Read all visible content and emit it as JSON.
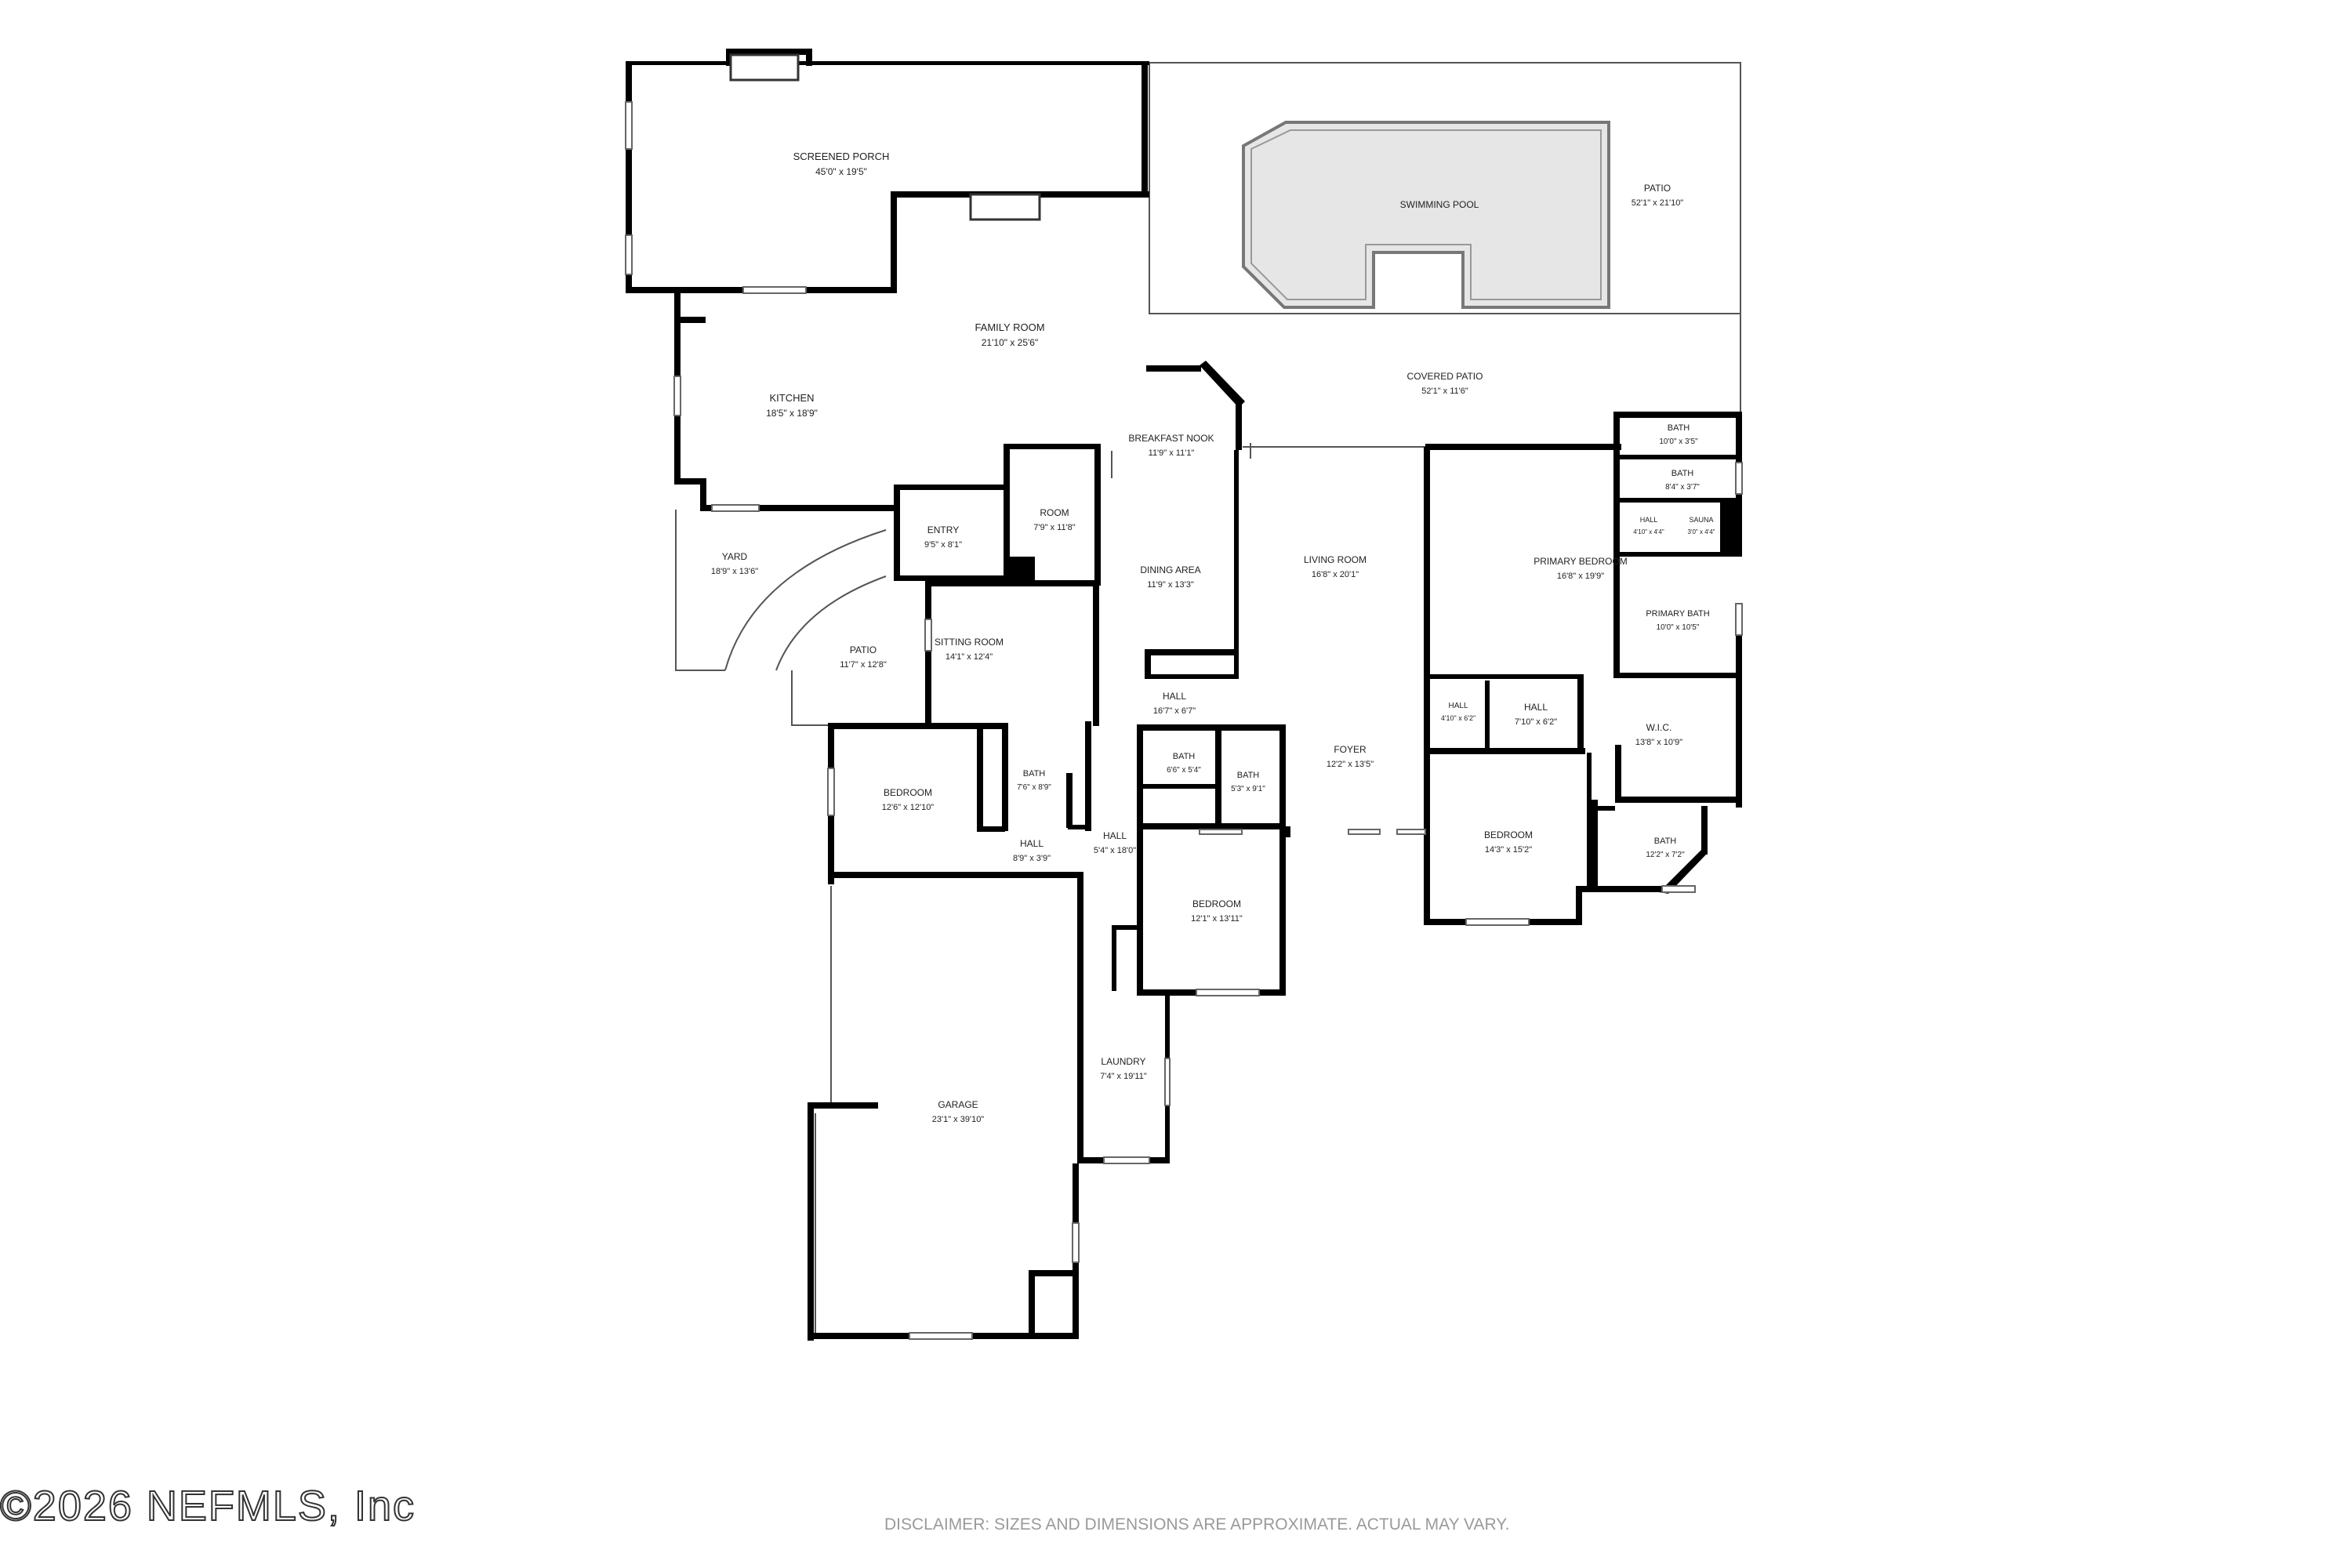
{
  "rooms": [
    {
      "name": "SCREENED PORCH",
      "size": "45'0\" x 19'5\""
    },
    {
      "name": "SWIMMING POOL",
      "size": ""
    },
    {
      "name": "PATIO",
      "size": "52'1\" x 21'10\""
    },
    {
      "name": "FAMILY ROOM",
      "size": "21'10\" x 25'6\""
    },
    {
      "name": "COVERED PATIO",
      "size": "52'1\" x 11'6\""
    },
    {
      "name": "KITCHEN",
      "size": "18'5\" x 18'9\""
    },
    {
      "name": "BREAKFAST NOOK",
      "size": "11'9\" x 11'1\""
    },
    {
      "name": "BATH",
      "size": "10'0\" x 3'5\""
    },
    {
      "name": "BATH",
      "size": "8'4\" x 3'7\""
    },
    {
      "name": "HALL",
      "size": "4'10\" x 4'4\""
    },
    {
      "name": "SAUNA",
      "size": "3'0\" x 4'4\""
    },
    {
      "name": "ROOM",
      "size": "7'9\" x 11'8\""
    },
    {
      "name": "ENTRY",
      "size": "9'5\" x 8'1\""
    },
    {
      "name": "YARD",
      "size": "18'9\" x 13'6\""
    },
    {
      "name": "LIVING ROOM",
      "size": "16'8\" x 20'1\""
    },
    {
      "name": "PRIMARY BEDROOM",
      "size": "16'8\" x 19'9\""
    },
    {
      "name": "DINING AREA",
      "size": "11'9\" x 13'3\""
    },
    {
      "name": "PRIMARY BATH",
      "size": "10'0\" x 10'5\""
    },
    {
      "name": "SITTING ROOM",
      "size": "14'1\" x 12'4\""
    },
    {
      "name": "PATIO",
      "size": "11'7\" x 12'8\""
    },
    {
      "name": "HALL",
      "size": "16'7\" x 6'7\""
    },
    {
      "name": "HALL",
      "size": "4'10\" x 6'2\""
    },
    {
      "name": "HALL",
      "size": "7'10\" x 6'2\""
    },
    {
      "name": "W.I.C.",
      "size": "13'8\" x 10'9\""
    },
    {
      "name": "FOYER",
      "size": "12'2\" x 13'5\""
    },
    {
      "name": "BATH",
      "size": "6'6\" x 5'4\""
    },
    {
      "name": "BATH",
      "size": "7'6\" x 8'9\""
    },
    {
      "name": "BATH",
      "size": "5'3\" x 9'1\""
    },
    {
      "name": "BEDROOM",
      "size": "12'6\" x 12'10\""
    },
    {
      "name": "HALL",
      "size": "5'4\" x 18'0\""
    },
    {
      "name": "BEDROOM",
      "size": "14'3\" x 15'2\""
    },
    {
      "name": "BATH",
      "size": "12'2\" x 7'2\""
    },
    {
      "name": "HALL",
      "size": "8'9\" x 3'9\""
    },
    {
      "name": "BEDROOM",
      "size": "12'1\" x 13'11\""
    },
    {
      "name": "LAUNDRY",
      "size": "7'4\" x 19'11\""
    },
    {
      "name": "GARAGE",
      "size": "23'1\" x 39'10\""
    }
  ],
  "watermark": "©2026 NEFMLS, Inc",
  "disclaimer": "DISCLAIMER: SIZES AND DIMENSIONS ARE APPROXIMATE. ACTUAL MAY VARY."
}
